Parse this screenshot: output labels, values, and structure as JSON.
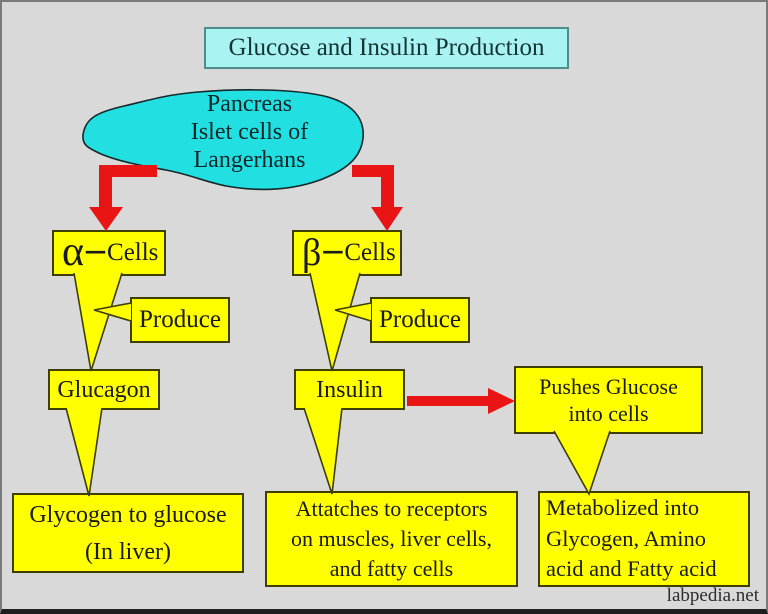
{
  "colors": {
    "background": "#d9d9d9",
    "box_fill": "#ffff00",
    "box_border": "#3e3e06",
    "title_fill": "#a9f3f3",
    "title_border": "#4f8d8d",
    "pancreas_fill": "#22dfe2",
    "arrow_red": "#e91515",
    "text": "#1a1a1a"
  },
  "title": "Glucose and Insulin Production",
  "pancreas": {
    "lines": [
      "Pancreas",
      "Islet cells of",
      "Langerhans"
    ]
  },
  "alpha_cells": {
    "symbol": "α",
    "dash": "–",
    "label": "Cells"
  },
  "beta_cells": {
    "symbol": "β",
    "dash": "–",
    "label": "Cells"
  },
  "produce_left": {
    "label": "Produce"
  },
  "produce_right": {
    "label": "Produce"
  },
  "glucagon": {
    "label": "Glucagon"
  },
  "insulin": {
    "label": "Insulin"
  },
  "pushes": {
    "lines": [
      "Pushes Glucose",
      "into cells"
    ]
  },
  "glycogen_to_glucose": {
    "lines": [
      "Glycogen to glucose",
      "(In liver)"
    ]
  },
  "attaches": {
    "lines": [
      "Attatches to receptors",
      "on muscles, liver cells,",
      "and fatty cells"
    ]
  },
  "metabolized": {
    "lines": [
      "Metabolized into",
      "Glycogen, Amino",
      "acid and Fatty acid"
    ]
  },
  "watermark": "labpedia.net"
}
